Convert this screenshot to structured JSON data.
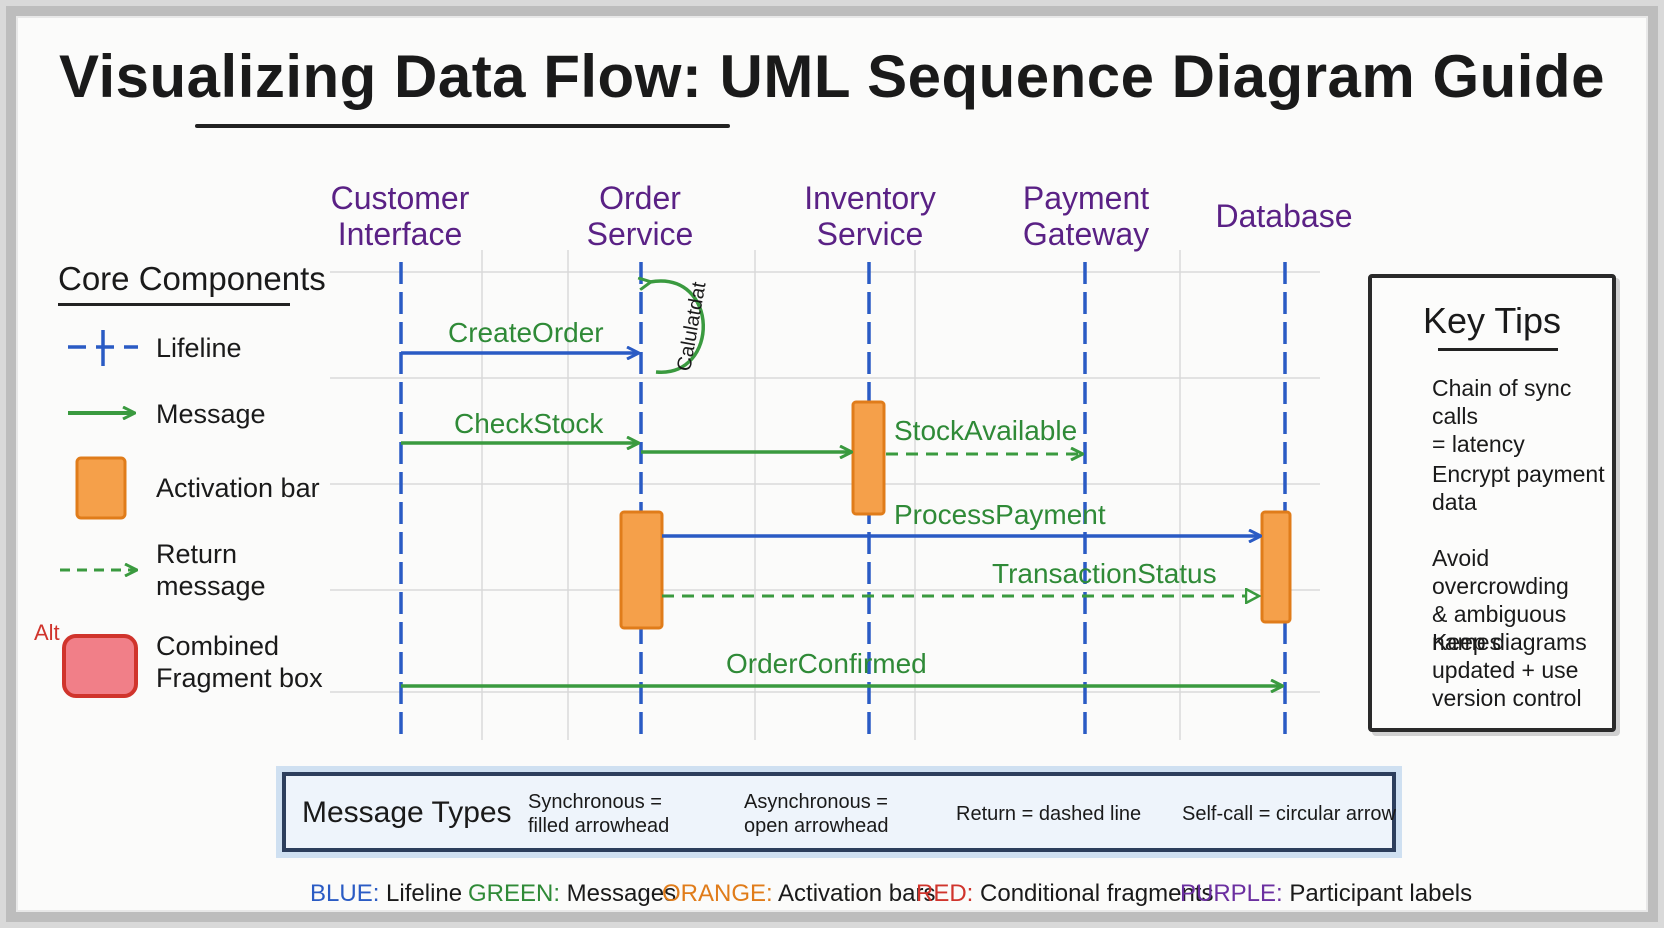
{
  "title": "Visualizing Data Flow: UML Sequence Diagram Guide",
  "participants": [
    {
      "line1": "Customer",
      "line2": "Interface"
    },
    {
      "line1": "Order",
      "line2": "Service"
    },
    {
      "line1": "Inventory",
      "line2": "Service"
    },
    {
      "line1": "Payment",
      "line2": "Gateway"
    },
    {
      "line1": "Database",
      "line2": ""
    }
  ],
  "messages": {
    "create_order": "CreateOrder",
    "self_call": "Calulatdat",
    "check_stock": "CheckStock",
    "stock_available": "StockAvailable",
    "process_payment": "ProcessPayment",
    "transaction_status": "TransactionStatus",
    "order_confirmed": "OrderConfirmed"
  },
  "core_components": {
    "title": "Core Components",
    "lifeline": "Lifeline",
    "message": "Message",
    "activation_bar": "Activation bar",
    "return_line1": "Return",
    "return_line2": "message",
    "alt_tag": "Alt",
    "fragment_line1": "Combined",
    "fragment_line2": "Fragment box"
  },
  "key_tips": {
    "title": "Key Tips",
    "tips": [
      {
        "icon": "lightning-icon",
        "line1": "Chain of sync calls",
        "line2": "= latency",
        "line3": ""
      },
      {
        "icon": "lock-icon",
        "line1": "Encrypt payment",
        "line2": "data",
        "line3": ""
      },
      {
        "icon": "cross-icon",
        "line1": "Avoid overcrowding",
        "line2": "& ambiguous names",
        "line3": ""
      },
      {
        "icon": "checkmark-icon",
        "line1": "Keep diagrams",
        "line2": "updated + use",
        "line3": "version control"
      }
    ]
  },
  "message_types": {
    "title": "Message Types",
    "sync_line1": "Synchronous =",
    "sync_line2": "filled arrowhead",
    "async_line1": "Asynchronous =",
    "async_line2": "open arrowhead",
    "return": "Return = dashed line",
    "self_call": "Self-call = circular arrow"
  },
  "color_key": {
    "blue_tag": "BLUE:",
    "blue_text": " Lifeline",
    "green_tag": "GREEN:",
    "green_text": " Messages",
    "orange_tag": "ORANGE:",
    "orange_text": " Activation bars",
    "red_tag": "RED:",
    "red_text": " Conditional fragments",
    "purple_tag": "PURPLE:",
    "purple_text": " Participant labels"
  },
  "colors": {
    "lifeline_blue": "#2a5bc4",
    "message_green": "#3a9a3f",
    "activation_orange": "#f28c28",
    "fragment_red": "#e0424a",
    "participant_purple": "#5a2185"
  }
}
